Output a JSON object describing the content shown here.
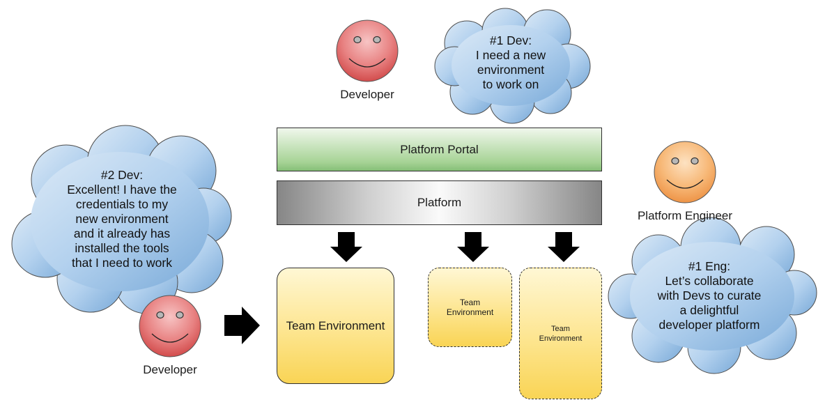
{
  "clouds": {
    "dev1": "#1 Dev:\nI need a new\nenvironment\nto work on",
    "dev2": "#2 Dev:\nExcellent! I have the\ncredentials to my\nnew environment\nand it already has\ninstalled the tools\nthat I need to work",
    "eng1": "#1 Eng:\nLet’s collaborate\nwith Devs to curate\na delightful\ndeveloper platform"
  },
  "actors": {
    "developer_top": "Developer",
    "developer_bottom": "Developer",
    "platform_engineer": "Platform Engineer"
  },
  "boxes": {
    "portal": "Platform Portal",
    "platform": "Platform",
    "env_main": "Team Environment",
    "env_2": "Team\nEnvironment",
    "env_3": "Team\nEnvironment"
  },
  "colors": {
    "cloud_fill": "#9cc3e6",
    "face_red": "#e05f5f",
    "face_orange": "#f2a257",
    "portal_green": "#a6d395",
    "env_yellow": "#fde58f"
  }
}
